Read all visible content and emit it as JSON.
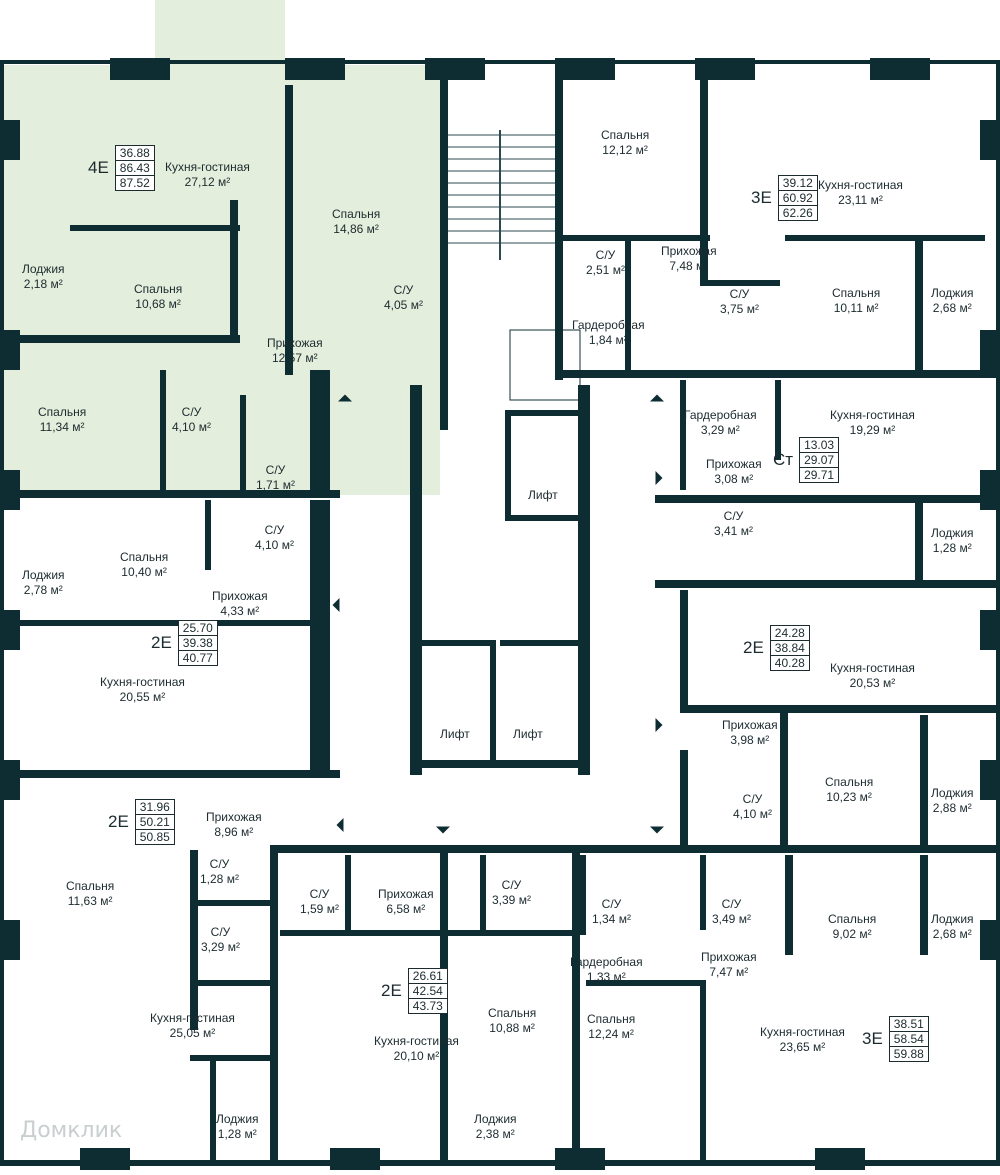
{
  "colors": {
    "wall": "#0d2d33",
    "thin_line": "#2a4a4f",
    "highlight": "#e4eedc",
    "furniture": "#7a9a9e",
    "text": "#1c2b2f"
  },
  "lift_label": "Лифт",
  "watermark": "Домклик",
  "apartments": [
    {
      "code": "4E",
      "areas": [
        "36.88",
        "86.43",
        "87.52"
      ],
      "highlighted": true
    },
    {
      "code": "3E",
      "areas": [
        "39.12",
        "60.92",
        "62.26"
      ]
    },
    {
      "code": "Ст",
      "areas": [
        "13.03",
        "29.07",
        "29.71"
      ]
    },
    {
      "code": "2E",
      "areas": [
        "25.70",
        "39.38",
        "40.77"
      ]
    },
    {
      "code": "2E",
      "areas": [
        "24.28",
        "38.84",
        "40.28"
      ]
    },
    {
      "code": "2E",
      "areas": [
        "31.96",
        "50.21",
        "50.85"
      ]
    },
    {
      "code": "2E",
      "areas": [
        "26.61",
        "42.54",
        "43.73"
      ]
    },
    {
      "code": "3E",
      "areas": [
        "38.51",
        "58.54",
        "59.88"
      ]
    }
  ],
  "rooms": [
    {
      "label": "Кухня-гостиная",
      "area": "27,12 м²"
    },
    {
      "label": "Спальня",
      "area": "14,86 м²"
    },
    {
      "label": "Спальня",
      "area": "10,68 м²"
    },
    {
      "label": "Лоджия",
      "area": "2,18 м²"
    },
    {
      "label": "С/У",
      "area": "4,05 м²"
    },
    {
      "label": "Прихожая",
      "area": "12,57 м²"
    },
    {
      "label": "Спальня",
      "area": "11,34 м²"
    },
    {
      "label": "С/У",
      "area": "4,10 м²"
    },
    {
      "label": "С/У",
      "area": "1,71 м²"
    },
    {
      "label": "Спальня",
      "area": "12,12 м²"
    },
    {
      "label": "Кухня-гостиная",
      "area": "23,11 м²"
    },
    {
      "label": "С/У",
      "area": "2,51 м²"
    },
    {
      "label": "Прихожая",
      "area": "7,48 м²"
    },
    {
      "label": "С/У",
      "area": "3,75 м²"
    },
    {
      "label": "Спальня",
      "area": "10,11 м²"
    },
    {
      "label": "Лоджия",
      "area": "2,68 м²"
    },
    {
      "label": "Гардеробная",
      "area": "1,84 м²"
    },
    {
      "label": "Гардеробная",
      "area": "3,29 м²"
    },
    {
      "label": "Кухня-гостиная",
      "area": "19,29 м²"
    },
    {
      "label": "Прихожая",
      "area": "3,08 м²"
    },
    {
      "label": "С/У",
      "area": "3,41 м²"
    },
    {
      "label": "Лоджия",
      "area": "1,28 м²"
    },
    {
      "label": "Спальня",
      "area": "10,40 м²"
    },
    {
      "label": "С/У",
      "area": "4,10 м²"
    },
    {
      "label": "Лоджия",
      "area": "2,78 м²"
    },
    {
      "label": "Прихожая",
      "area": "4,33 м²"
    },
    {
      "label": "Кухня-гостиная",
      "area": "20,55 м²"
    },
    {
      "label": "Кухня-гостиная",
      "area": "20,53 м²"
    },
    {
      "label": "Прихожая",
      "area": "3,98 м²"
    },
    {
      "label": "С/У",
      "area": "4,10 м²"
    },
    {
      "label": "Спальня",
      "area": "10,23 м²"
    },
    {
      "label": "Лоджия",
      "area": "2,88 м²"
    },
    {
      "label": "Прихожая",
      "area": "8,96 м²"
    },
    {
      "label": "Спальня",
      "area": "11,63 м²"
    },
    {
      "label": "С/У",
      "area": "1,28 м²"
    },
    {
      "label": "С/У",
      "area": "3,29 м²"
    },
    {
      "label": "С/У",
      "area": "1,59 м²"
    },
    {
      "label": "Прихожая",
      "area": "6,58 м²"
    },
    {
      "label": "С/У",
      "area": "3,39 м²"
    },
    {
      "label": "С/У",
      "area": "1,34 м²"
    },
    {
      "label": "Гардеробная",
      "area": "1,33 м²"
    },
    {
      "label": "С/У",
      "area": "3,49 м²"
    },
    {
      "label": "Прихожая",
      "area": "7,47 м²"
    },
    {
      "label": "Спальня",
      "area": "9,02 м²"
    },
    {
      "label": "Лоджия",
      "area": "2,68 м²"
    },
    {
      "label": "Кухня-гостиная",
      "area": "25,05 м²"
    },
    {
      "label": "Кухня-гостиная",
      "area": "20,10 м²"
    },
    {
      "label": "Спальня",
      "area": "10,88 м²"
    },
    {
      "label": "Спальня",
      "area": "12,24 м²"
    },
    {
      "label": "Кухня-гостиная",
      "area": "23,65 м²"
    },
    {
      "label": "Лоджия",
      "area": "1,28 м²"
    },
    {
      "label": "Лоджия",
      "area": "2,38 м²"
    }
  ]
}
